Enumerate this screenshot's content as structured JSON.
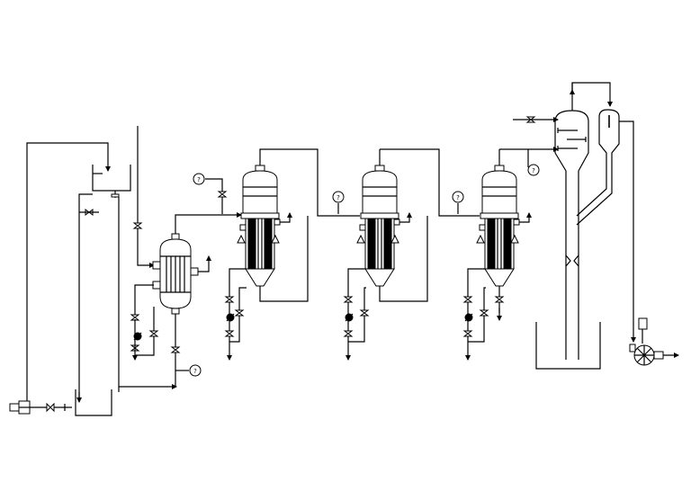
{
  "diagram": {
    "line_color": "#000000",
    "background": "#ffffff",
    "gauge_symbol": "?",
    "effects": [
      {
        "name": "effect-1"
      },
      {
        "name": "effect-2"
      },
      {
        "name": "effect-3"
      }
    ],
    "icons": [
      "valve-icon",
      "pressure-gauge-icon",
      "steam-trap-icon",
      "pump-icon",
      "arrow-icon"
    ]
  }
}
